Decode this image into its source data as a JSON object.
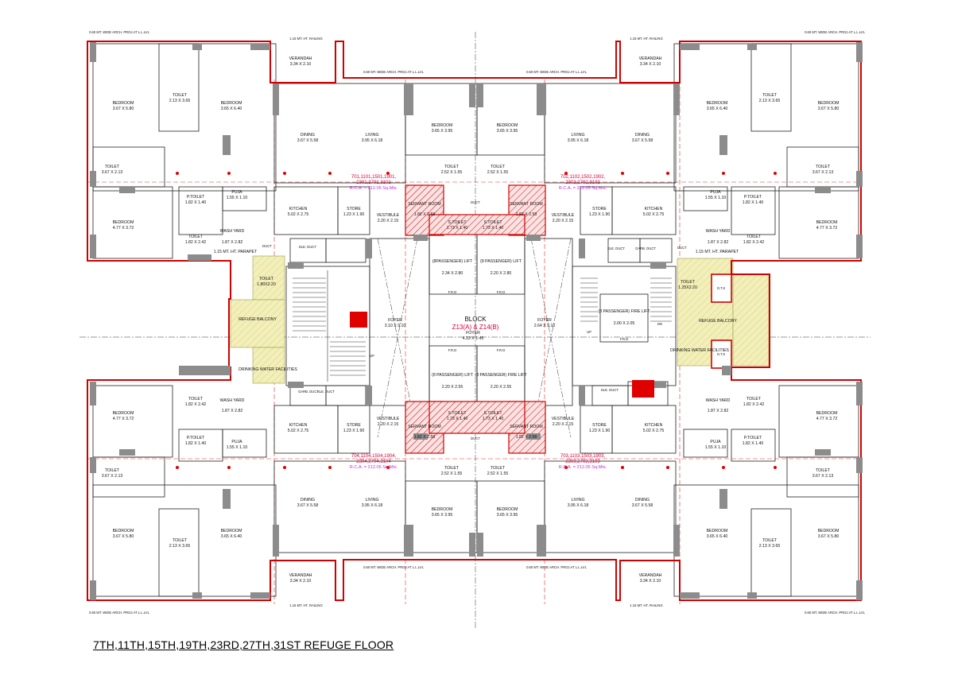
{
  "title": "7TH,11TH,15TH,19TH,23RD,27TH,31ST REFUGE FLOOR",
  "core": {
    "block_label": "BLOCK",
    "block_name": "Z13(A) & Z14(B)",
    "foyer_left": "FOYER",
    "foyer_left_dim": "3.10 X 9.10",
    "foyer_right": "FOYER",
    "foyer_right_dim": "2.64 X 9.10",
    "foyer_center": "FOYER",
    "foyer_center_dim": "4.33 X 1.45",
    "lift1": "(8PASSENGER) LIFT",
    "lift1_dim": "2.34 X 2.80",
    "lift2": "(8 PASSENGER) LIFT",
    "lift2_dim": "2.20 X 2.80",
    "lift3": "(8 PASSENGER) LIFT",
    "lift3_dim": "2.20 X 2.55",
    "lift4": "(8 PASSENGER) FIRE LIFT",
    "lift4_dim": "2.20 X 2.55",
    "lift5": "(8 PASSENGER) FIRE LIFT",
    "lift5_dim": "2.00 X 2.05",
    "frd": "F.R.D",
    "refuge_balcony": "REFUGE BALCONY",
    "drinking_water": "DRINKING WATER FACILITIES",
    "toilet_left": "TOILET",
    "toilet_left_dim": "1.80X2.20",
    "toilet_right": "TOILET",
    "toilet_right_dim": "1.25X2.20",
    "ots": "O.T.S",
    "ele_duct": "ELE. DUCT",
    "garb_duct": "GARB. DUCT",
    "duct": "DUCT",
    "up": "UP",
    "dn": "DN"
  },
  "flats": {
    "top_left_nos": "701,1101,1501,1901,",
    "top_left_nos2": "2301,2701,3101",
    "top_left_rca": "R.C.A. = 212.05 Sq.Mts.",
    "top_right_nos": "702,1102,1502,1902,",
    "top_right_nos2": "2302,2702,3102",
    "top_right_rca": "R.C.A. = 212.05 Sq.Mts.",
    "bottom_left_nos": "704,1104,1504,1904,",
    "bottom_left_nos2": "2304,2704,3104",
    "bottom_left_rca": "R.C.A. = 212.05 Sq.Mts.",
    "bottom_right_nos": "703,1103,1503,1903,",
    "bottom_right_nos2": "2303,2703,3103",
    "bottom_right_rca": "R.C.A. = 212.05 Sq.Mts."
  },
  "rooms": {
    "bedroom": "BEDROOM",
    "toilet": "TOILET",
    "ptoilet": "P.TOILET",
    "dining": "DINING",
    "living": "LIVING",
    "kitchen": "KITCHEN",
    "store": "STORE",
    "puja": "PUJA",
    "wash_yard": "WASH YARD",
    "vestibule": "VESTIBULE",
    "servant_room": "SERVANT ROOM",
    "s_toilet": "S.TOILET",
    "verandah": "VERANDAH",
    "railing": "1.15 MT. HT. RAILING",
    "parapet": "1.15 MT. HT. PARAPET",
    "arch_proj": "0.60 MT. WIDE ARCH. PROJ.AT L.L.LVL",
    "d_bed1": "3.67 X 5.80",
    "d_bed2": "3.65 X 6.40",
    "d_bed3": "3.67 X 2.13",
    "d_bed4": "4.77 X 3.72",
    "d_bed5": "3.65 X 3.95",
    "d_toilet1": "2.13 X 3.65",
    "d_toilet2": "2.52 X 1.55",
    "d_ptoilet": "1.82 X 1.40",
    "d_toilet3": "1.82 X 2.42",
    "d_dining": "3.67 X 5.58",
    "d_living": "3.95 X 6.18",
    "d_kitchen": "5.02 X 2.75",
    "d_store": "1.23 X 1.90",
    "d_puja": "1.55 X 1.10",
    "d_wash": "1.87 X 2.82",
    "d_vest": "2.20 X 2.15",
    "d_servant": "1.82 X 2.58",
    "d_stoilet": "1.73 X 1.40",
    "d_verandah": "3.34 X 2.10"
  }
}
